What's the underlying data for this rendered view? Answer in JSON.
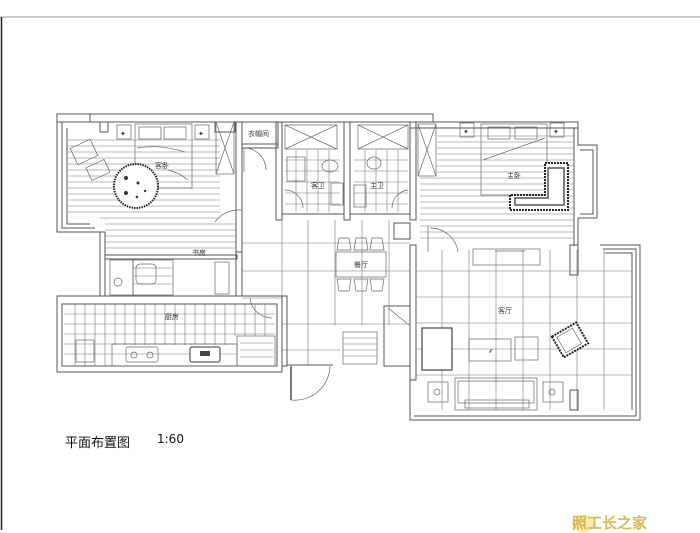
{
  "drawing": {
    "title": "平面布置图",
    "scale": "1:60",
    "watermark": "照工长之家",
    "frame_color": "#999999",
    "line_color": "#555555"
  },
  "rooms": [
    {
      "id": "guest-bedroom",
      "label": "客卧"
    },
    {
      "id": "cloakroom",
      "label": "衣帽间"
    },
    {
      "id": "guest-bathroom",
      "label": "客卫"
    },
    {
      "id": "master-bathroom",
      "label": "主卫"
    },
    {
      "id": "master-bedroom",
      "label": "主卧"
    },
    {
      "id": "study",
      "label": "书房"
    },
    {
      "id": "kitchen",
      "label": "厨房"
    },
    {
      "id": "dining-room",
      "label": "餐厅"
    },
    {
      "id": "living-room",
      "label": "客厅"
    }
  ]
}
